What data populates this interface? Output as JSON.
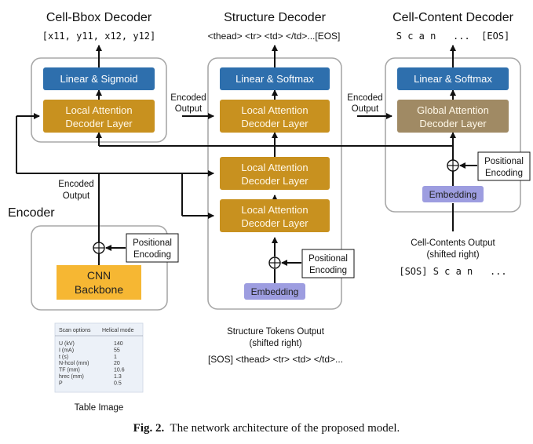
{
  "titles": {
    "bbox_decoder": "Cell-Bbox Decoder",
    "structure_decoder": "Structure Decoder",
    "content_decoder": "Cell-Content Decoder",
    "encoder": "Encoder"
  },
  "outputs": {
    "bbox_seq": "[x11, y11, x12, y12]",
    "structure_seq": "<thead> <tr> <td> </td>...[EOS]",
    "content_seq": "S c a n   ...  [EOS]"
  },
  "blocks": {
    "linear_sigmoid": "Linear & Sigmoid",
    "linear_softmax": "Linear & Softmax",
    "local_attention_line1": "Local Attention",
    "global_attention_line1": "Global Attention",
    "decoder_layer_line2": "Decoder Layer",
    "embedding": "Embedding",
    "cnn_line1": "CNN",
    "cnn_line2": "Backbone",
    "positional_line1": "Positional",
    "positional_line2": "Encoding"
  },
  "labels": {
    "encoded_line1": "Encoded",
    "encoded_line2": "Output",
    "structure_input_line1": "Structure Tokens Output",
    "structure_input_line2": "(shifted right)",
    "structure_input_seq": "[SOS] <thead> <tr> <td> </td>...",
    "content_input_line1": "Cell-Contents Output",
    "content_input_line2": "(shifted right)",
    "content_input_seq": "[SOS] S c a n   ...",
    "table_image": "Table Image"
  },
  "table_image": {
    "header": [
      "Scan options",
      "Helical mode"
    ],
    "rows": [
      [
        "U (kV)",
        "140"
      ],
      [
        "I (mA)",
        "55"
      ],
      [
        "t (s)",
        "1"
      ],
      [
        "N-hcol (mm)",
        "20"
      ],
      [
        "TF (mm)",
        "10.6"
      ],
      [
        "hrec (mm)",
        "1.3"
      ],
      [
        "P",
        "0.5"
      ]
    ]
  },
  "caption": {
    "prefix": "Fig. 2.",
    "text": "The network architecture of the proposed model."
  },
  "colors": {
    "linear_block": "#2e6fad",
    "local_attention": "#c8911f",
    "global_attention": "#a08a64",
    "embedding": "#9d9de0",
    "cnn": "#f6b733",
    "panel_border": "#a8a8a8"
  }
}
